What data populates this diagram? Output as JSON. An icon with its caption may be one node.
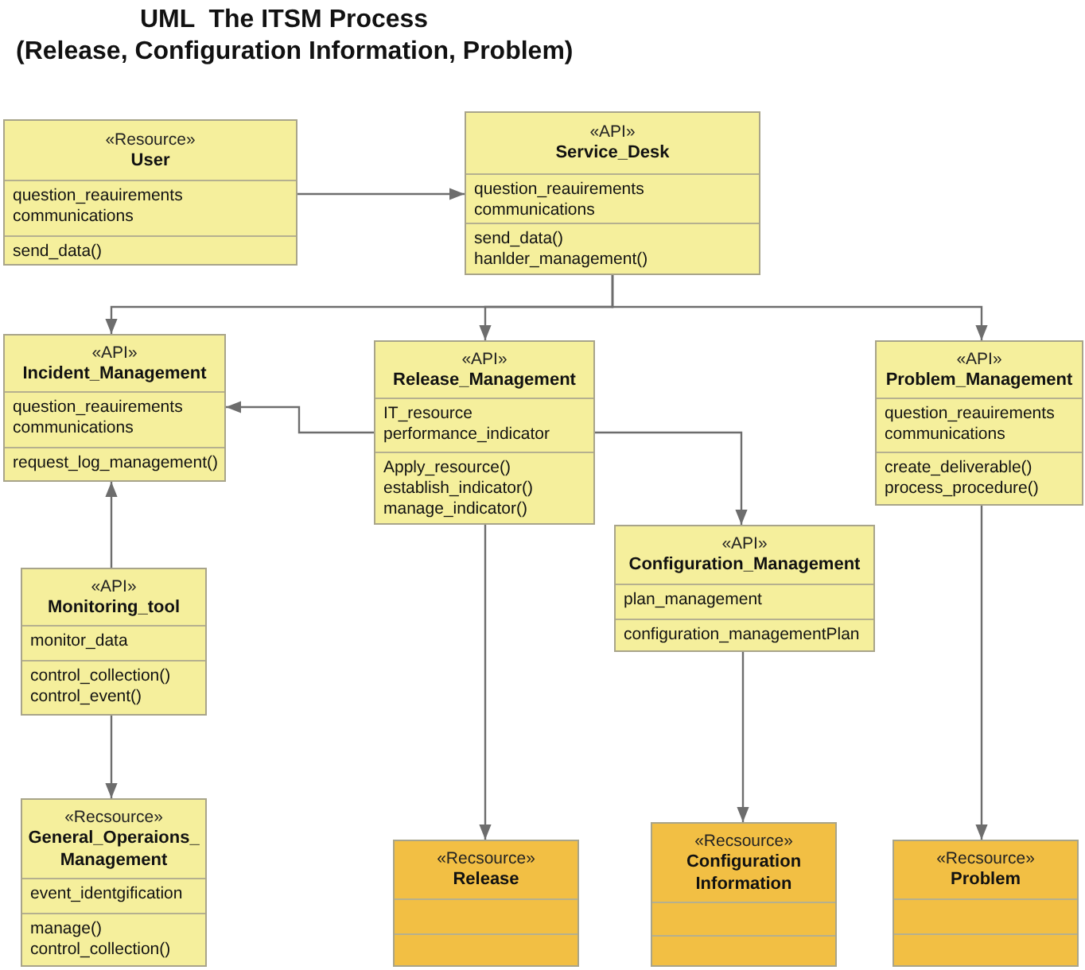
{
  "diagram": {
    "title": "UML  The ITSM Process",
    "labels": [
      "(Release, Configuration Information, Problem)"
    ],
    "nodes": [
      {
        "text": [
          "«Resource»",
          "User"
        ]
      },
      {
        "text": [
          "question_reauirements",
          "communications"
        ],
        "in": 0
      },
      {
        "text": [
          "send_data()"
        ],
        "in": 0
      },
      {
        "text": [
          "«API»",
          "Service_Desk"
        ]
      },
      {
        "text": [
          "question_reauirements",
          "communications"
        ],
        "in": 3
      },
      {
        "text": [
          "send_data()",
          "hanlder_management()"
        ],
        "in": 3
      },
      {
        "text": [
          "«API»",
          "Incident_Management"
        ]
      },
      {
        "text": [
          "question_reauirements",
          "communications"
        ],
        "in": 6
      },
      {
        "text": [
          "request_log_management()"
        ],
        "in": 6
      },
      {
        "text": [
          "«API»",
          "Release_Management"
        ]
      },
      {
        "text": [
          "IT_resource",
          "performance_indicator"
        ],
        "in": 9
      },
      {
        "text": [
          "Apply_resource()",
          "establish_indicator()",
          "manage_indicator()"
        ],
        "in": 9
      },
      {
        "text": [
          "«API»",
          "Problem_Management"
        ]
      },
      {
        "text": [
          "question_reauirements",
          "communications"
        ],
        "in": 12
      },
      {
        "text": [
          "create_deliverable()",
          "process_procedure()"
        ],
        "in": 12
      },
      {
        "text": [
          "«API»",
          "Monitoring_tool"
        ]
      },
      {
        "text": [
          "monitor_data"
        ],
        "in": 15
      },
      {
        "text": [
          "control_collection()",
          "control_event()"
        ],
        "in": 15
      },
      {
        "text": [
          "«API»",
          "Configuration_Management"
        ]
      },
      {
        "text": [
          "plan_management"
        ],
        "in": 18
      },
      {
        "text": [
          "configuration_managementPlan"
        ],
        "in": 18
      },
      {
        "text": [
          "«Recsource»",
          "General_Operaions_ Management"
        ]
      },
      {
        "text": [
          "event_identgification"
        ],
        "in": 21
      },
      {
        "text": [
          "manage()",
          "control_collection()"
        ],
        "in": 21
      },
      {
        "text": [
          "«Recsource»",
          "Release"
        ]
      },
      {
        "text": [],
        "shape": "box",
        "in": 24
      },
      {
        "text": [],
        "shape": "box",
        "in": 24
      },
      {
        "text": [
          "«Recsource»",
          "Configuration Information"
        ]
      },
      {
        "text": [],
        "shape": "box",
        "in": 27
      },
      {
        "text": [],
        "shape": "box",
        "in": 27
      },
      {
        "text": [
          "«Recsource»",
          "Problem"
        ]
      },
      {
        "text": [],
        "shape": "box",
        "in": 30
      },
      {
        "text": [],
        "shape": "box",
        "in": 30
      }
    ],
    "edges": [
      {
        "from": 0,
        "to": 3,
        "arrow": "to"
      },
      {
        "from": 3,
        "to": 6,
        "arrow": "to"
      },
      {
        "from": 3,
        "to": 9,
        "arrow": "to"
      },
      {
        "from": 3,
        "to": 12,
        "arrow": "to"
      },
      {
        "from": 9,
        "to": 6,
        "arrow": "to"
      },
      {
        "from": 9,
        "to": 18,
        "arrow": "to"
      },
      {
        "from": 15,
        "to": 6,
        "arrow": "to"
      },
      {
        "from": 15,
        "to": 21,
        "arrow": "to"
      },
      {
        "from": 9,
        "to": 24,
        "arrow": "to"
      },
      {
        "from": 18,
        "to": 27,
        "arrow": "to"
      },
      {
        "from": 12,
        "to": 30,
        "arrow": "to"
      }
    ]
  }
}
